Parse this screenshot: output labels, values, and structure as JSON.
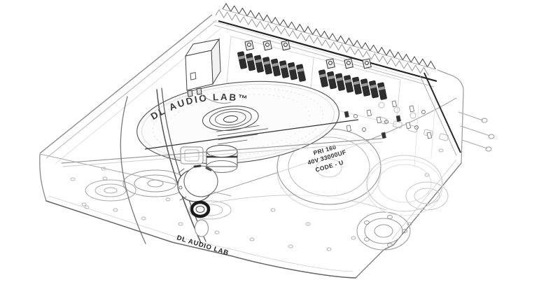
{
  "illustration": {
    "title": "transparent isometric technical drawing of DL Audio Lab CD player / amplifier",
    "colors": {
      "background": "#ffffff",
      "ink_dark": "#2e2e2e",
      "ink_light": "#aaaaaa"
    },
    "device": {
      "disc_label": "DL AUDIO LAB™",
      "front_label": "DL AUDIO LAB",
      "transformer_label": {
        "line1": "PRI 160",
        "line2": "40V 33000UF",
        "line3": "CODE - U"
      }
    }
  }
}
